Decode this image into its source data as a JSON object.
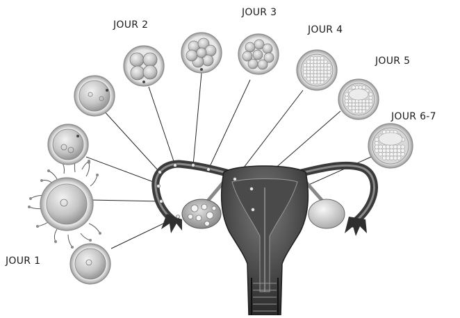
{
  "labels": {
    "day1": "JOUR 1",
    "day2": "JOUR 2",
    "day3": "JOUR 3",
    "day4": "JOUR 4",
    "day5": "JOUR 5",
    "day67": "JOUR 6-7"
  },
  "colors": {
    "uterus_dark": "#2d2d2d",
    "uterus_mid": "#6b6b6b",
    "cell_fill": "#cfcfcf",
    "cell_stroke": "#7a7a7a",
    "line": "#222222"
  }
}
